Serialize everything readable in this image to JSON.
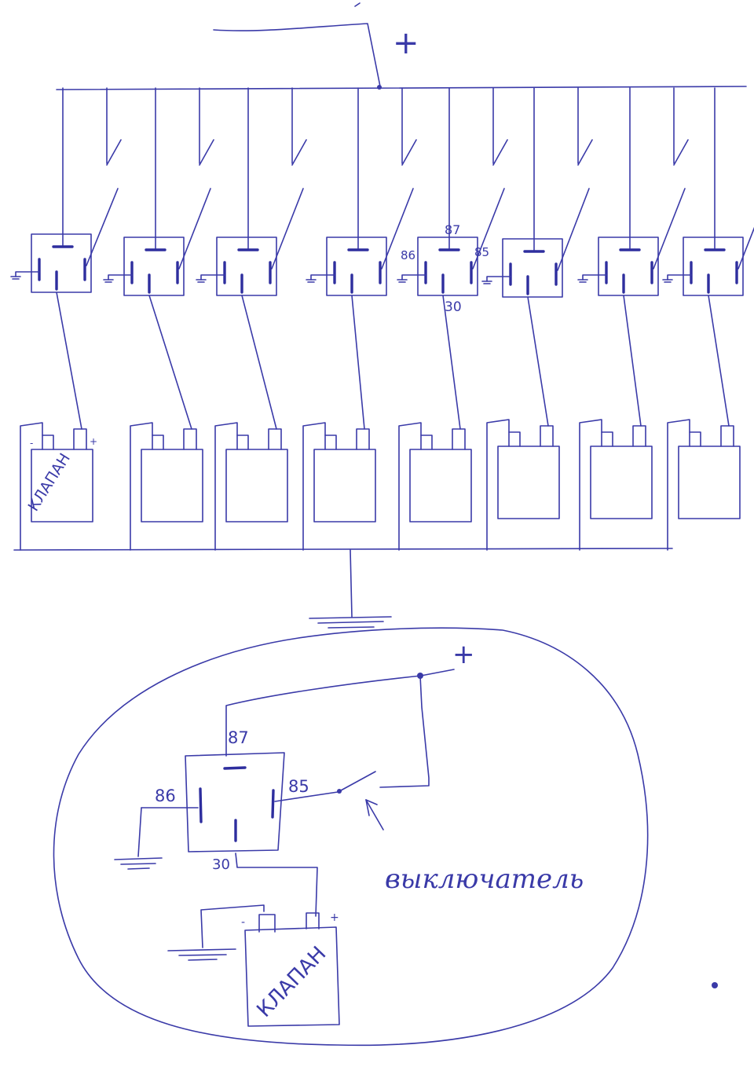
{
  "top_schematic": {
    "supply_label": "+",
    "relay_pins": {
      "p87": "87",
      "p86": "86",
      "p85": "85",
      "p30": "30"
    },
    "valve_label": "КЛАПАН",
    "valve_minus": "-",
    "valve_plus": "+"
  },
  "detail": {
    "supply_label": "+",
    "pin_87": "87",
    "pin_86": "86",
    "pin_85": "85",
    "pin_30": "30",
    "switch_label": "выключатель",
    "valve_label": "КЛАПАН",
    "valve_minus": "-",
    "valve_plus": "+"
  },
  "colors": {
    "ink": "#3a3aa8",
    "paper": "#ffffff"
  }
}
